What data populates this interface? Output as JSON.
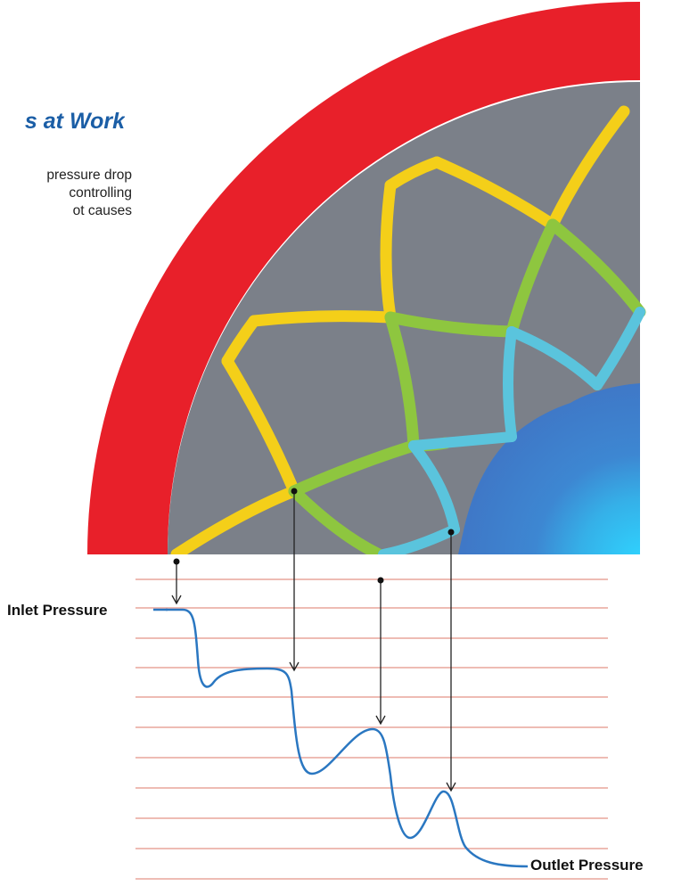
{
  "heading": "s at Work",
  "intro_lines": [
    "pressure drop",
    "controlling",
    "ot causes"
  ],
  "labels": {
    "inlet": "Inlet Pressure",
    "outlet": "Outlet Pressure"
  },
  "colors": {
    "housing": "#e8202a",
    "chamber": "#7b8089",
    "core": "#3f78c7",
    "core_light": "#2fb7ec",
    "gridlines": "#e9a59c",
    "curve": "#2a77c1",
    "heading": "#1b5ea6"
  }
}
